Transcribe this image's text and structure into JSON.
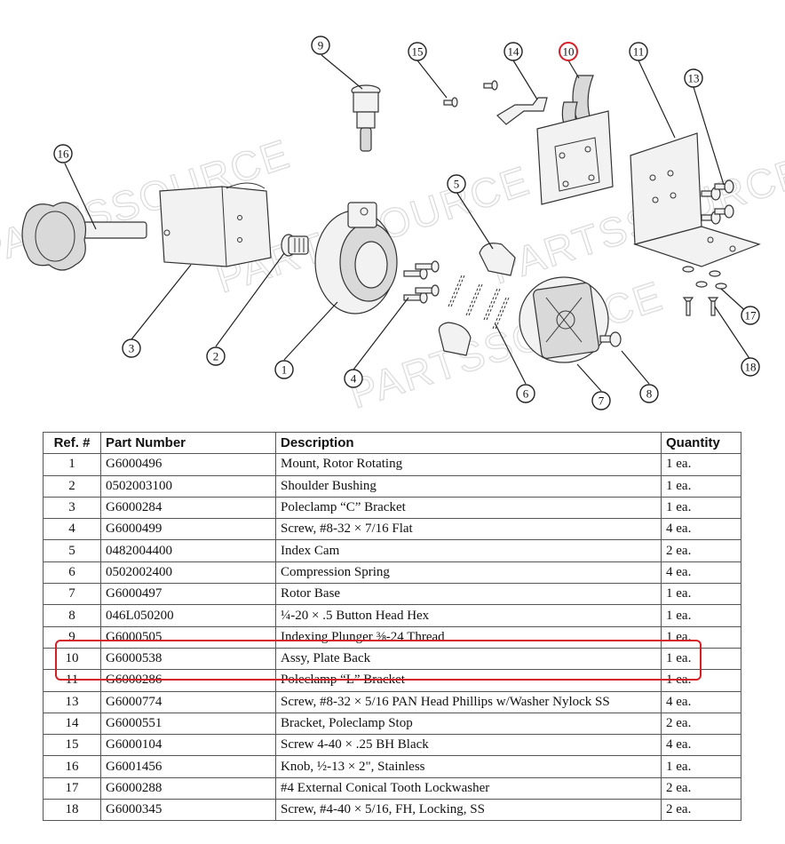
{
  "watermark": "PARTSSOURCE",
  "diagram": {
    "callouts": [
      "1",
      "2",
      "3",
      "4",
      "5",
      "6",
      "7",
      "8",
      "9",
      "10",
      "11",
      "13",
      "14",
      "15",
      "16",
      "17",
      "18"
    ],
    "highlighted_callout": "10",
    "highlight_color": "#d41f26"
  },
  "table": {
    "headers": [
      "Ref. #",
      "Part Number",
      "Description",
      "Quantity"
    ],
    "rows": [
      {
        "ref": "1",
        "part": "G6000496",
        "desc": "Mount, Rotor Rotating",
        "qty": "1 ea."
      },
      {
        "ref": "2",
        "part": "0502003100",
        "desc": "Shoulder Bushing",
        "qty": "1 ea."
      },
      {
        "ref": "3",
        "part": "G6000284",
        "desc": "Poleclamp “C” Bracket",
        "qty": "1 ea."
      },
      {
        "ref": "4",
        "part": "G6000499",
        "desc": "Screw, #8-32 × 7/16 Flat",
        "qty": "4 ea."
      },
      {
        "ref": "5",
        "part": "0482004400",
        "desc": "Index Cam",
        "qty": "2 ea."
      },
      {
        "ref": "6",
        "part": "0502002400",
        "desc": "Compression Spring",
        "qty": "4 ea."
      },
      {
        "ref": "7",
        "part": "G6000497",
        "desc": "Rotor Base",
        "qty": "1 ea."
      },
      {
        "ref": "8",
        "part": "046L050200",
        "desc": "¼-20 × .5 Button Head Hex",
        "qty": "1 ea."
      },
      {
        "ref": "9",
        "part": "G6000505",
        "desc": "Indexing Plunger ⅜-24 Thread",
        "qty": "1 ea."
      },
      {
        "ref": "10",
        "part": "G6000538",
        "desc": "Assy, Plate Back",
        "qty": "1 ea."
      },
      {
        "ref": "11",
        "part": "G6000286",
        "desc": "Poleclamp “L” Bracket",
        "qty": "1 ea."
      },
      {
        "ref": "13",
        "part": "G6000774",
        "desc": "Screw, #8-32 × 5/16 PAN Head Phillips w/Washer Nylock SS",
        "qty": "4 ea."
      },
      {
        "ref": "14",
        "part": "G6000551",
        "desc": "Bracket, Poleclamp Stop",
        "qty": "2 ea."
      },
      {
        "ref": "15",
        "part": "G6000104",
        "desc": "Screw 4-40 × .25 BH Black",
        "qty": "4 ea."
      },
      {
        "ref": "16",
        "part": "G6001456",
        "desc": "Knob, ½-13 × 2\", Stainless",
        "qty": "1 ea."
      },
      {
        "ref": "17",
        "part": "G6000288",
        "desc": "#4 External Conical Tooth Lockwasher",
        "qty": "2 ea."
      },
      {
        "ref": "18",
        "part": "G6000345",
        "desc": "Screw, #4-40 × 5/16, FH, Locking, SS",
        "qty": "2 ea."
      }
    ],
    "highlighted_row_ref": "10"
  }
}
